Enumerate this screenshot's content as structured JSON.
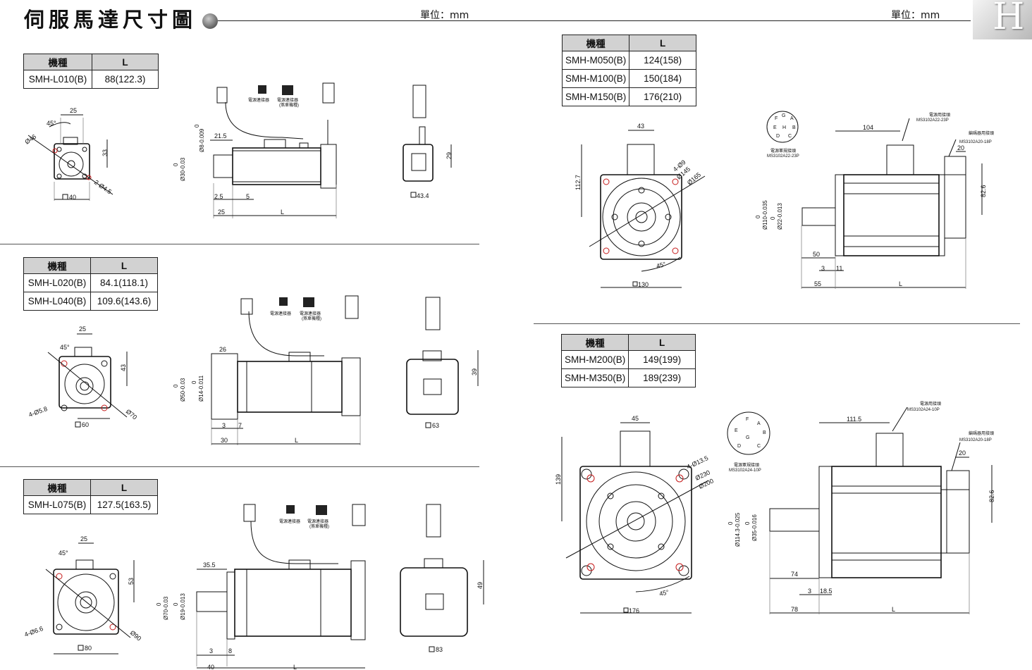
{
  "header": {
    "title": "伺服馬達尺寸圖",
    "unit_left": "單位：mm",
    "unit_right": "單位：mm",
    "corner_logo": "H"
  },
  "table_header": {
    "model": "機種",
    "length": "L"
  },
  "sections": {
    "s1": {
      "rows": [
        {
          "model": "SMH-L010(B)",
          "L": "88(122.3)"
        }
      ],
      "dims": {
        "angle": "45°",
        "top_w": "25",
        "bolt_circle": "Ø46",
        "offset": "33",
        "holes": "2-Ø4.5",
        "flange": "40",
        "shaft": "Ø8-0.009",
        "shaft_zero": "0",
        "spigot": "Ø30-0.03",
        "spigot_zero": "0",
        "conn_off": "21.5",
        "d_a": "2.5",
        "d_b": "5",
        "shaft_len": "25",
        "len": "L",
        "rear_h": "29",
        "rear_w": "43.4"
      }
    },
    "s2": {
      "rows": [
        {
          "model": "SMH-L020(B)",
          "L": "84.1(118.1)"
        },
        {
          "model": "SMH-L040(B)",
          "L": "109.6(143.6)"
        }
      ],
      "dims": {
        "angle": "45°",
        "top_w": "25",
        "offset": "43",
        "holes": "4-Ø5.8",
        "bolt_circle": "Ø70",
        "flange": "60",
        "shaft": "Ø14-0.011",
        "shaft_zero": "0",
        "spigot": "Ø50-0.03",
        "spigot_zero": "0",
        "conn_off": "26",
        "d_a": "3",
        "d_b": "7",
        "shaft_len": "30",
        "len": "L",
        "rear_h": "39",
        "rear_w": "63"
      }
    },
    "s3": {
      "rows": [
        {
          "model": "SMH-L075(B)",
          "L": "127.5(163.5)"
        }
      ],
      "dims": {
        "angle": "45°",
        "top_w": "25",
        "offset": "53",
        "holes": "4-Ø6.6",
        "bolt_circle": "Ø90",
        "flange": "80",
        "shaft": "Ø19-0.013",
        "shaft_zero": "0",
        "spigot": "Ø70-0.03",
        "spigot_zero": "0",
        "conn_off": "35.5",
        "d_a": "3",
        "d_b": "8",
        "shaft_len": "40",
        "len": "L",
        "rear_h": "49",
        "rear_w": "83"
      }
    },
    "s4": {
      "rows": [
        {
          "model": "SMH-M050(B)",
          "L": "124(158)"
        },
        {
          "model": "SMH-M100(B)",
          "L": "150(184)"
        },
        {
          "model": "SMH-M150(B)",
          "L": "176(210)"
        }
      ],
      "dims": {
        "top_w": "43",
        "height": "112.7",
        "holes": "4-Ø9",
        "pcd": "Ø145",
        "outer": "Ø165",
        "angle": "45°",
        "flange": "130",
        "pins": [
          "F",
          "G",
          "A",
          "E",
          "H",
          "B",
          "D",
          "C"
        ],
        "power_conn_label": "電源用接頭",
        "power_conn_part": "MS3102A22-23P",
        "power_brake_label": "電源軍規接頭",
        "power_brake_part": "MS3102A22-23P",
        "enc_label": "編碼器用接頭",
        "enc_part": "MS3102A20-18P",
        "conn_w": "104",
        "enc_w": "20",
        "enc_h": "82.6",
        "shaft": "Ø22-0.013",
        "shaft_zero": "0",
        "spigot": "Ø110-0.035",
        "spigot_zero": "0",
        "d_50": "50",
        "d_3": "3",
        "d_11": "11",
        "d_55": "55",
        "len": "L"
      }
    },
    "s5": {
      "rows": [
        {
          "model": "SMH-M200(B)",
          "L": "149(199)"
        },
        {
          "model": "SMH-M350(B)",
          "L": "189(239)"
        }
      ],
      "dims": {
        "top_w": "45",
        "height": "139",
        "holes": "4-Ø13.5",
        "pcd": "Ø200",
        "outer": "Ø230",
        "angle": "45°",
        "flange": "176",
        "pins": [
          "F",
          "A",
          "E",
          "G",
          "B",
          "D",
          "C"
        ],
        "power_conn_label": "電源用接頭",
        "power_conn_part": "MS3102A24-10P",
        "power_brake_label": "電源軍規接頭",
        "power_brake_part": "MS3102A24-10P",
        "enc_label": "編碼器用接頭",
        "enc_part": "MS3102A20-18P",
        "conn_w": "111.5",
        "enc_w": "20",
        "enc_h": "82.6",
        "shaft": "Ø35-0.016",
        "shaft_zero": "0",
        "spigot": "Ø114.3-0.025",
        "spigot_zero": "0",
        "d_74": "74",
        "d_3": "3",
        "d_18": "18.5",
        "d_78": "78",
        "len": "L"
      }
    }
  },
  "connectors": {
    "power": "電源連接器",
    "brake": "電源連接器",
    "brake_note": "(煞車機種)"
  }
}
